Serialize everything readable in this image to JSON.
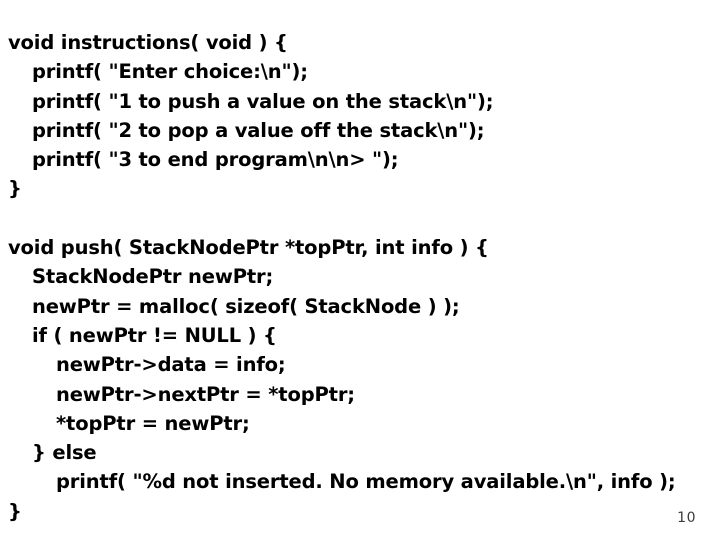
{
  "slide": {
    "background_color": "#ffffff",
    "text_color": "#000000",
    "page_number": "10",
    "code_lines": [
      {
        "indent": 0,
        "text": "void instructions( void ) {"
      },
      {
        "indent": 1,
        "text": "printf( \"Enter choice:\\n\");"
      },
      {
        "indent": 1,
        "text": "printf( \"1 to push a value on the stack\\n\");"
      },
      {
        "indent": 1,
        "text": "printf( \"2 to pop a value off the stack\\n\");"
      },
      {
        "indent": 1,
        "text": "printf( \"3 to end program\\n\\n> \");"
      },
      {
        "indent": 0,
        "text": "}"
      },
      {
        "indent": 0,
        "text": ""
      },
      {
        "indent": 0,
        "text": "void push( StackNodePtr *topPtr, int info ) {"
      },
      {
        "indent": 1,
        "text": "StackNodePtr newPtr;"
      },
      {
        "indent": 1,
        "text": "newPtr = malloc( sizeof( StackNode ) );"
      },
      {
        "indent": 1,
        "text": "if ( newPtr != NULL ) {"
      },
      {
        "indent": 2,
        "text": "newPtr->data = info;"
      },
      {
        "indent": 2,
        "text": "newPtr->nextPtr = *topPtr;"
      },
      {
        "indent": 2,
        "text": "*topPtr = newPtr;"
      },
      {
        "indent": 1,
        "text": "} else"
      },
      {
        "indent": 2,
        "text": "printf( \"%d not inserted. No memory available.\\n\", info );"
      },
      {
        "indent": 0,
        "text": "}"
      }
    ]
  }
}
